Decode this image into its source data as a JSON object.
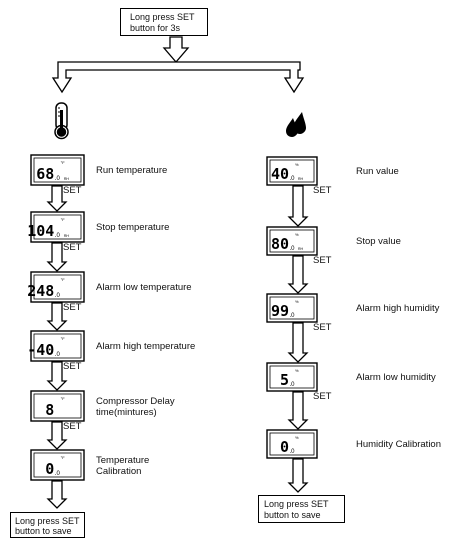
{
  "start": {
    "line1": "Long  press  SET",
    "line2": "button for 3s"
  },
  "set_label": "SET",
  "temperature_steps": [
    {
      "display": "68",
      "sub": ".0",
      "unit": "°F",
      "unit2": "RH",
      "label1": "Run temperature",
      "label2": ""
    },
    {
      "display": "104",
      "sub": ".0",
      "unit": "°F",
      "unit2": "RH",
      "label1": "Stop temperature",
      "label2": ""
    },
    {
      "display": "248",
      "sub": ".0",
      "unit": "°F",
      "unit2": "",
      "label1": "Alarm low temperature",
      "label2": ""
    },
    {
      "display": "-40",
      "sub": ".0",
      "unit": "°F",
      "unit2": "",
      "label1": "Alarm high temperature",
      "label2": ""
    },
    {
      "display": "8",
      "sub": "",
      "unit": "°F",
      "unit2": "",
      "label1": "Compressor Delay",
      "label2": "time(mintures)"
    },
    {
      "display": "0",
      "sub": ".0",
      "unit": "°F",
      "unit2": "",
      "label1": "Temperature",
      "label2": "Calibration"
    }
  ],
  "humidity_steps": [
    {
      "display": "40",
      "sub": ".0",
      "unit": "%",
      "unit2": "RH",
      "label1": "Run value"
    },
    {
      "display": "80",
      "sub": ".0",
      "unit": "%",
      "unit2": "RH",
      "label1": "Stop value"
    },
    {
      "display": "99",
      "sub": ".0",
      "unit": "%",
      "unit2": "",
      "label1": "Alarm high humidity"
    },
    {
      "display": "5",
      "sub": ".0",
      "unit": "%",
      "unit2": "",
      "label1": "Alarm low humidity"
    },
    {
      "display": "0",
      "sub": ".0",
      "unit": "%",
      "unit2": "",
      "label1": "Humidity Calibration"
    }
  ],
  "end_left": {
    "line1": "Long press SET",
    "line2": "button to save"
  },
  "end_right": {
    "line1": "Long press SET",
    "line2": "button to save"
  },
  "icons": {
    "left": "thermometer-icon",
    "right": "water-drops-icon"
  }
}
